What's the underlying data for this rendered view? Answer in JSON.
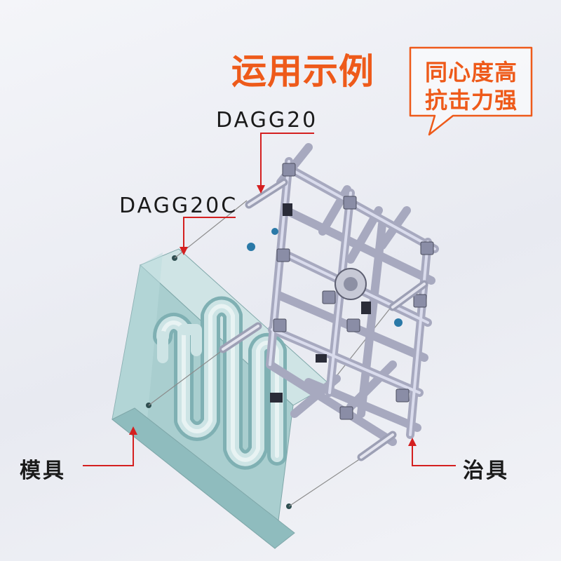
{
  "title": "运用示例",
  "callout": {
    "line1": "同心度高",
    "line2": "抗击力强"
  },
  "labels": {
    "top_model": "DAGG20",
    "bottom_model": "DAGG20C",
    "mold": "模具",
    "fixture": "治具"
  },
  "colors": {
    "accent": "#ee5a1a",
    "leader": "#d42020",
    "mold_face": "#aacfd0",
    "fixture_tube": "#c4c6d8"
  }
}
